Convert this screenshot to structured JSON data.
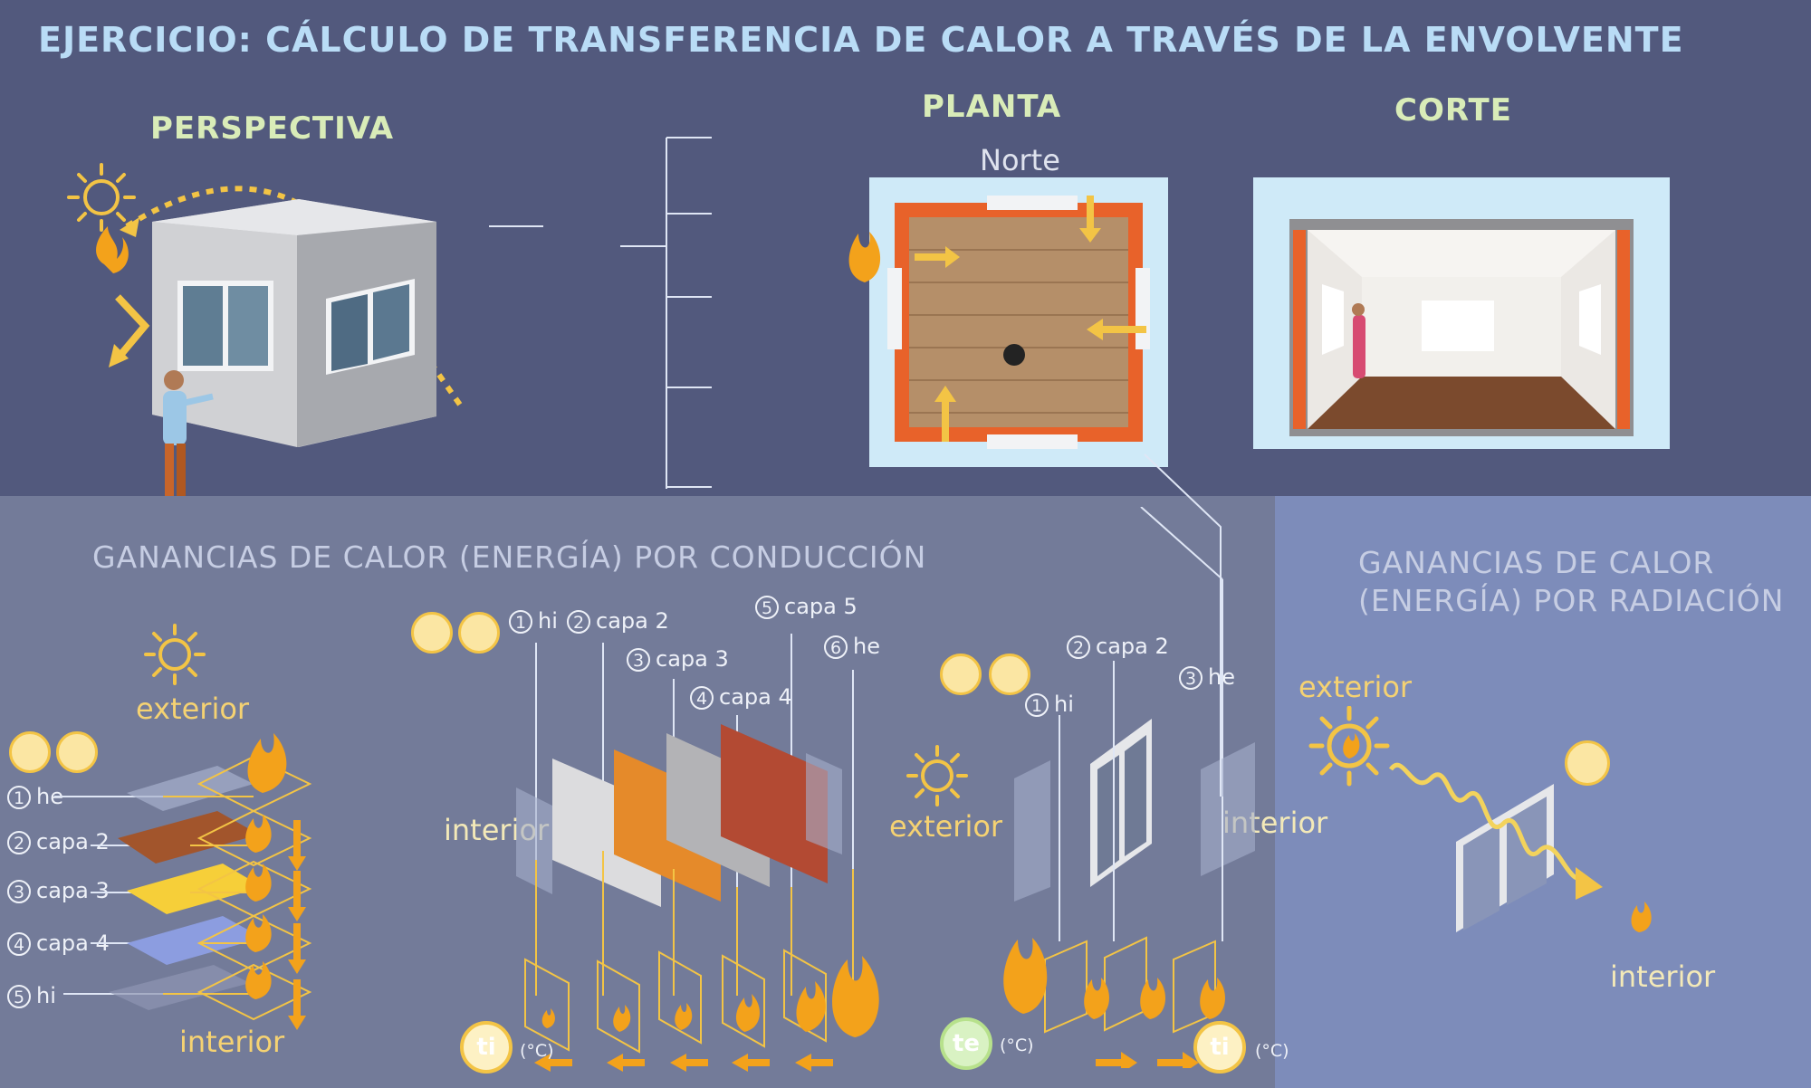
{
  "title": "EJERCICIO: CÁLCULO DE TRANSFERENCIA DE CALOR A TRAVÉS DE LA ENVOLVENTE",
  "sections": {
    "perspectiva": "PERSPECTIVA",
    "planta": "PLANTA",
    "corte": "CORTE",
    "norte": "Norte",
    "conduccion": "GANANCIAS DE CALOR (ENERGÍA) POR CONDUCCIÓN",
    "radiacion_line1": "GANANCIAS DE CALOR",
    "radiacion_line2": "(ENERGÍA) POR RADIACIÓN"
  },
  "labels": {
    "exterior": "exterior",
    "interior": "interior"
  },
  "roof_layers": [
    {
      "num": "1",
      "name": "he"
    },
    {
      "num": "2",
      "name": "capa 2"
    },
    {
      "num": "3",
      "name": "capa 3"
    },
    {
      "num": "4",
      "name": "capa 4"
    },
    {
      "num": "5",
      "name": "hi"
    }
  ],
  "wall_layers": [
    {
      "num": "1",
      "name": "hi"
    },
    {
      "num": "2",
      "name": "capa 2"
    },
    {
      "num": "3",
      "name": "capa 3"
    },
    {
      "num": "4",
      "name": "capa 4"
    },
    {
      "num": "5",
      "name": "capa 5"
    },
    {
      "num": "6",
      "name": "he"
    }
  ],
  "window_layers": [
    {
      "num": "1",
      "name": "hi"
    },
    {
      "num": "2",
      "name": "capa 2"
    },
    {
      "num": "3",
      "name": "he"
    }
  ],
  "temps": {
    "ti": "ti",
    "te": "te",
    "unit": "(°C)"
  },
  "colors": {
    "background": "#52597d",
    "conduction_band": "#737b99",
    "radiation_band": "#7d8cba",
    "accent_yellow": "#f3c445",
    "title_blue": "#b9dcf6",
    "section_green": "#d9ecb8",
    "wall_orange": "#e8622a"
  },
  "icons": [
    "sun-icon",
    "fire-icon",
    "house-icon",
    "layers-icon",
    "window-icon"
  ]
}
